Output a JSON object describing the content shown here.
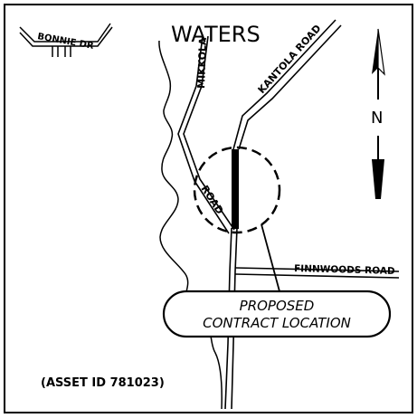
{
  "map": {
    "labels": {
      "bonnie": "BONNIE DR",
      "waters": "WATERS",
      "mikkola": "MIKKOLA",
      "kantola": "KANTOLA ROAD",
      "road": "ROAD",
      "finnwoods": "FINNWOODS ROAD",
      "asset_id": "(ASSET ID 781023)"
    },
    "callout": {
      "line1": "PROPOSED",
      "line2": "CONTRACT LOCATION"
    },
    "north_arrow": {
      "letter": "N",
      "icon": "north-arrow-icon"
    },
    "colors": {
      "ink": "#000000",
      "paper": "#ffffff"
    }
  }
}
